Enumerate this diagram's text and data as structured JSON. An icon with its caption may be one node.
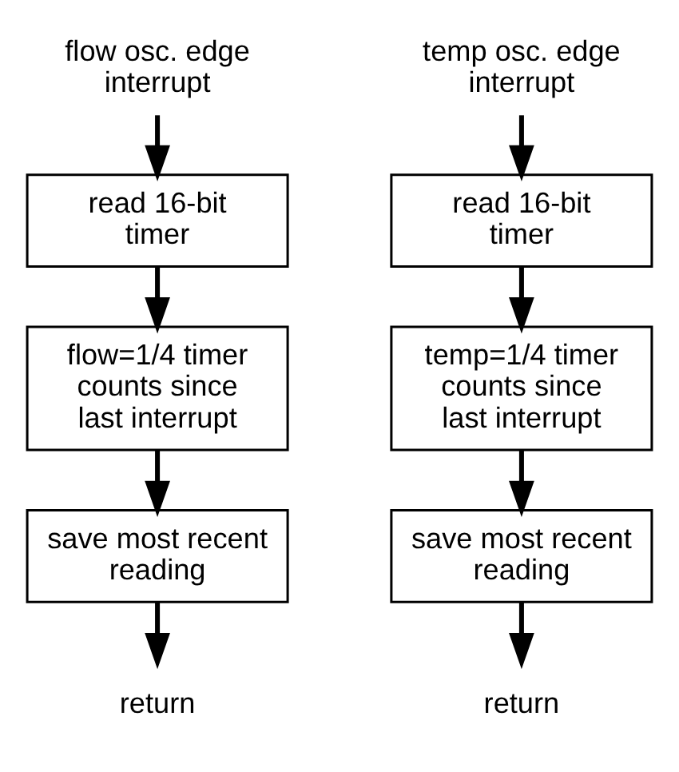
{
  "diagram": {
    "nodes": [
      {
        "text": [
          "flow osc. edge interrupt"
        ]
      },
      {
        "text": [
          "read 16-bit timer"
        ]
      },
      {
        "text": [
          "flow=1/4 timer counts since last interrupt"
        ]
      },
      {
        "text": [
          "save most recent reading"
        ]
      },
      {
        "text": [
          "return"
        ]
      },
      {
        "text": [
          "temp osc. edge interrupt"
        ]
      },
      {
        "text": [
          "read 16-bit timer"
        ]
      },
      {
        "text": [
          "temp=1/4 timer counts since last interrupt"
        ]
      },
      {
        "text": [
          "save most recent reading"
        ]
      },
      {
        "text": [
          "return"
        ]
      }
    ],
    "edges": [
      {
        "from": 0,
        "to": 1,
        "arrow": "to"
      },
      {
        "from": 1,
        "to": 2,
        "arrow": "to"
      },
      {
        "from": 2,
        "to": 3,
        "arrow": "to"
      },
      {
        "from": 3,
        "to": 4,
        "arrow": "to"
      },
      {
        "from": 5,
        "to": 6,
        "arrow": "to"
      },
      {
        "from": 6,
        "to": 7,
        "arrow": "to"
      },
      {
        "from": 7,
        "to": 8,
        "arrow": "to"
      },
      {
        "from": 8,
        "to": 9,
        "arrow": "to"
      }
    ]
  }
}
